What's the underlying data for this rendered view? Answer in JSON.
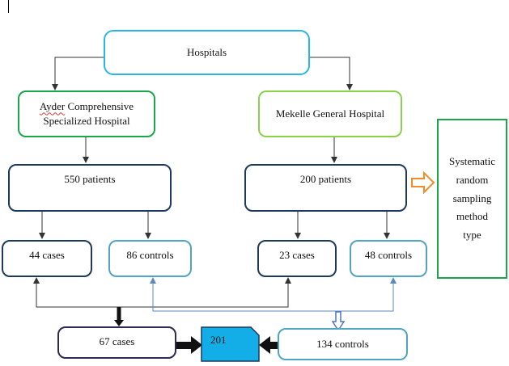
{
  "nodes": {
    "hospitals": "Hospitals",
    "ayder_first": "Ayder",
    "ayder_rest_line1": " Comprehensive",
    "ayder_line2": "Specialized Hospital",
    "mekelle": "Mekelle General Hospital",
    "ayder_patients": "550 patients",
    "mekelle_patients": "200 patients",
    "ayder_cases": "44 cases",
    "ayder_controls": "86 controls",
    "mekelle_cases": "23 cases",
    "mekelle_controls": "48 controls",
    "total_cases": "67 cases",
    "total": "201",
    "total_controls": "134 controls"
  },
  "sampling": {
    "lines": [
      "Systematic",
      "random",
      "sampling",
      "method",
      "type"
    ]
  },
  "colors": {
    "cyan_border": "#29b6e6",
    "green_border": "#1aa64b",
    "lime_border": "#8bd24a",
    "navy_border": "#1d3a5c",
    "teal_border": "#4fa6c3",
    "purple_border": "#2d2950",
    "total_fill": "#13aee8",
    "arrow_orange": "#f28c28",
    "arrow_blue": "#4f74c8"
  }
}
